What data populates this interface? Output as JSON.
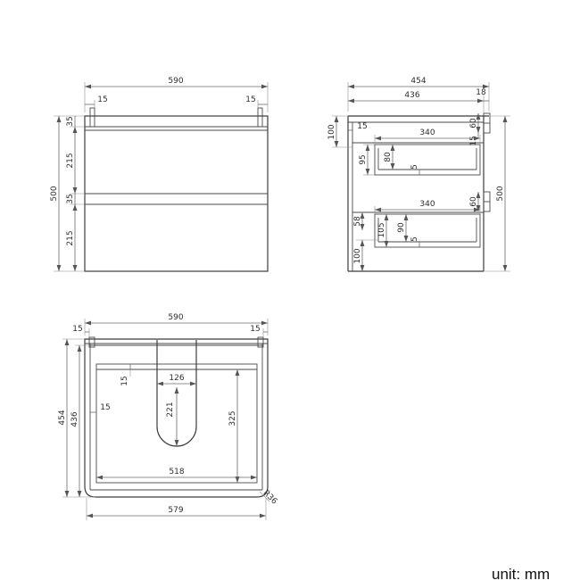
{
  "unit_label": "unit: mm",
  "views": {
    "front": {
      "dims": {
        "overall_width": "590",
        "bracket_offset_left": "15",
        "bracket_offset_right": "15",
        "seg_top": "35",
        "seg_drawer1": "215",
        "seg_gap": "35",
        "seg_drawer2": "215",
        "overall_height": "500"
      }
    },
    "side": {
      "dims": {
        "overall_depth": "454",
        "body_depth": "436",
        "back_gap": "18",
        "front_panel": "15",
        "top_front": "100",
        "bracket_top_height": "60",
        "bracket_top_inset": "15",
        "drawer1_depth": "340",
        "drawer1_outer_height": "95",
        "drawer1_inner_height": "80",
        "drawer1_clearance": "5",
        "bracket_mid_height": "60",
        "drawer2_depth": "340",
        "drawer2_offset": "58",
        "drawer2_outer_height": "105",
        "drawer2_inner_height": "90",
        "drawer2_clearance": "5",
        "bottom_front": "100",
        "overall_height": "500"
      }
    },
    "plan": {
      "dims": {
        "overall_width": "590",
        "bracket_offset_left": "15",
        "bracket_offset_right": "15",
        "overall_depth": "454",
        "body_depth": "436",
        "back_rail": "15",
        "side_panel": "15",
        "cutout_width": "126",
        "cutout_depth": "221",
        "interior_depth": "325",
        "interior_width": "518",
        "front_width": "579",
        "corner_radius": "R36"
      }
    }
  }
}
